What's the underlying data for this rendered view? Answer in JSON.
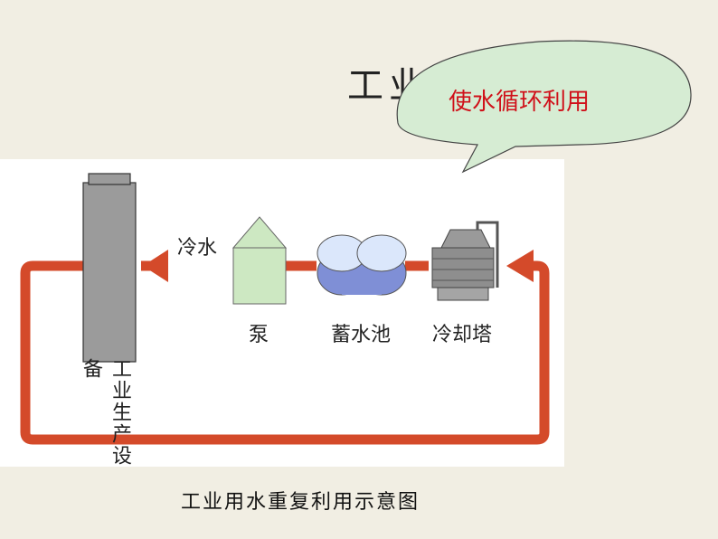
{
  "title": "工业",
  "callout": {
    "text": "使水循环利用"
  },
  "diagram": {
    "equipment_label": "工业生产设备",
    "flow_label": "冷水",
    "nodes": [
      {
        "label": "泵"
      },
      {
        "label": "蓄水池"
      },
      {
        "label": "冷却塔"
      }
    ],
    "loop_color": "#d44a2a"
  },
  "caption": "工业用水重复利用示意图"
}
